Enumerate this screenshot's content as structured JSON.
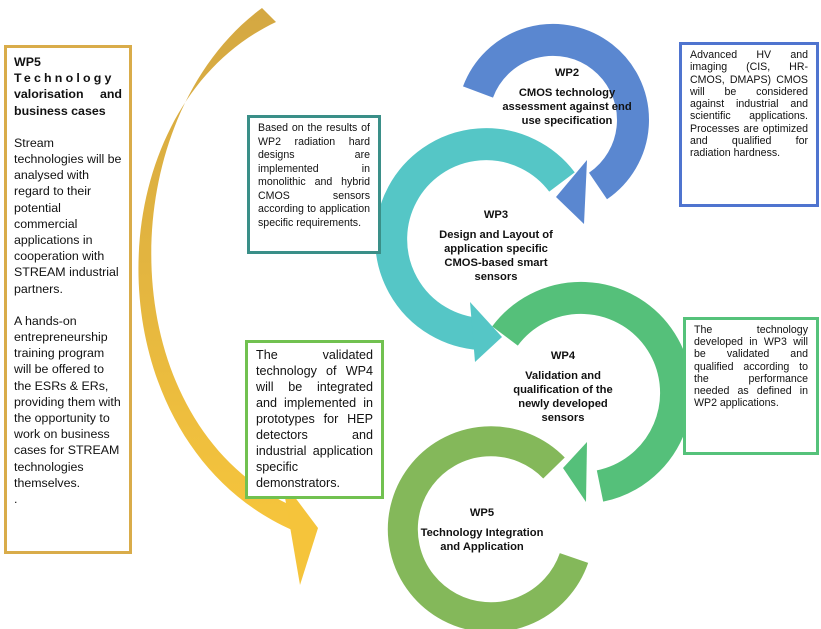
{
  "colors": {
    "gold": "#d9ac4a",
    "yellow": "#f5c43b",
    "blue": "#5a87d0",
    "teal": "#55c6c6",
    "green": "#55c07a",
    "olive": "#84b85a"
  },
  "left_box": {
    "heading1": "WP5",
    "heading2": "Technology",
    "heading3": "valorisation and business cases",
    "para1": "Stream technologies will be analysed with regard to their potential commercial applications in cooperation with STREAM industrial partners.",
    "para2": "A hands-on entrepreneurship training program will be offered to the ESRs & ERs, providing them with the opportunity to work on business cases for STREAM technologies themselves.",
    "para3": "."
  },
  "wp2": {
    "label": "WP2",
    "title": "CMOS technology assessment against end use specification"
  },
  "wp3": {
    "label": "WP3",
    "title": "Design and Layout of application specific CMOS-based smart sensors"
  },
  "wp4": {
    "label": "WP4",
    "title": "Validation and qualification of the newly developed sensors"
  },
  "wp5": {
    "label": "WP5",
    "title": "Technology Integration and Application"
  },
  "notes": {
    "blue": "Advanced HV and imaging (CIS, HR-CMOS, DMAPS) CMOS will be considered against industrial and scientific applications. Processes are optimized and qualified for radiation hardness.",
    "teal": "Based on the results of WP2 radiation hard designs are implemented in monolithic and hybrid CMOS sensors according to application specific requirements.",
    "green": "The technology developed in WP3 will be validated and qualified according to the performance needed as defined in WP2 applications.",
    "light_green": "The validated technology of WP4 will be integrated and implemented in prototypes for HEP detectors and industrial application specific demonstrators."
  }
}
